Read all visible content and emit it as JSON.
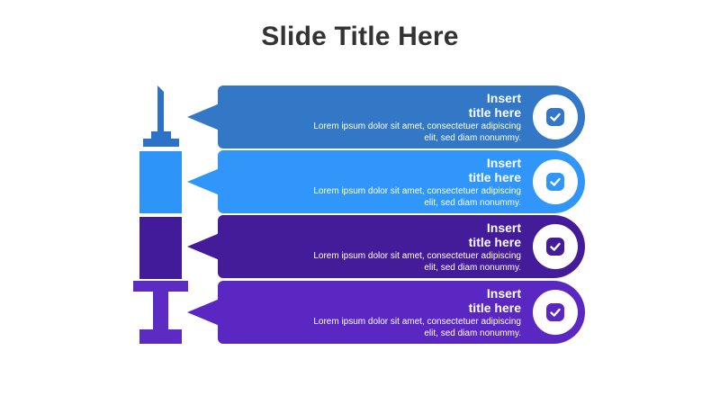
{
  "slide": {
    "title": "Slide Title Here"
  },
  "colors": {
    "blue_dark": "#3278C6",
    "blue_light": "#3196FA",
    "purple_dark": "#441C9A",
    "purple": "#5B27C2",
    "syringe_blue_dark": "#2D72C6",
    "syringe_blue_light": "#2E95F8",
    "syringe_purple_dark": "#421B9B",
    "syringe_purple": "#5C2BC3"
  },
  "items": [
    {
      "title_line1": "Insert",
      "title_line2": "title here",
      "body_line1": "Lorem ipsum dolor sit amet, consectetuer adipiscing",
      "body_line2": "elit, sed diam nonummy.",
      "icon": "check-icon"
    },
    {
      "title_line1": "Insert",
      "title_line2": "title here",
      "body_line1": "Lorem ipsum dolor sit amet, consectetuer adipiscing",
      "body_line2": "elit, sed diam nonummy.",
      "icon": "check-icon"
    },
    {
      "title_line1": "Insert",
      "title_line2": "title here",
      "body_line1": "Lorem ipsum dolor sit amet, consectetuer adipiscing",
      "body_line2": "elit, sed diam nonummy.",
      "icon": "check-icon"
    },
    {
      "title_line1": "Insert",
      "title_line2": "title here",
      "body_line1": "Lorem ipsum dolor sit amet, consectetuer adipiscing",
      "body_line2": "elit, sed diam nonummy.",
      "icon": "check-icon"
    }
  ]
}
